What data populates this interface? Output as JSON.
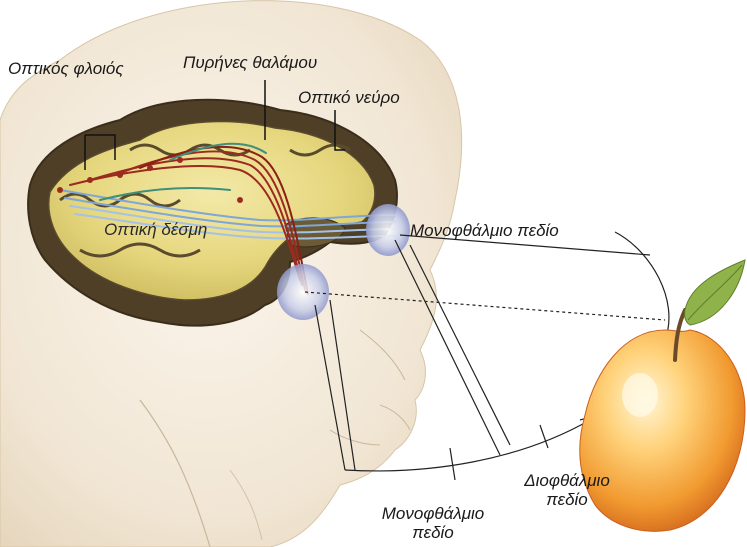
{
  "labels": {
    "optic_cortex": "Οπτικός φλοιός",
    "thalamic_nuclei": "Πυρήνες θαλάμου",
    "optic_nerve": "Οπτικό νεύρο",
    "optic_tract": "Οπτική δέσμη",
    "monocular_field_upper": "Μονοφθάλμιο πεδίο",
    "binocular_field_line1": "Διοφθάλμιο",
    "binocular_field_line2": "πεδίο",
    "monocular_field_lower_line1": "Μονοφθάλμιο",
    "monocular_field_lower_line2": "πεδίο"
  },
  "colors": {
    "brain_tissue": "#5a4a2e",
    "brain_surface": "#e9dc8a",
    "nerve_red": "#9b2a1f",
    "nerve_green": "#3f8f7a",
    "nerve_blue": "#7ea6d6",
    "apple_skin": "#f3a43a",
    "leaf": "#8fb24a"
  },
  "icons": [
    "head-illustration",
    "brain-cross-section",
    "eye",
    "apple"
  ]
}
